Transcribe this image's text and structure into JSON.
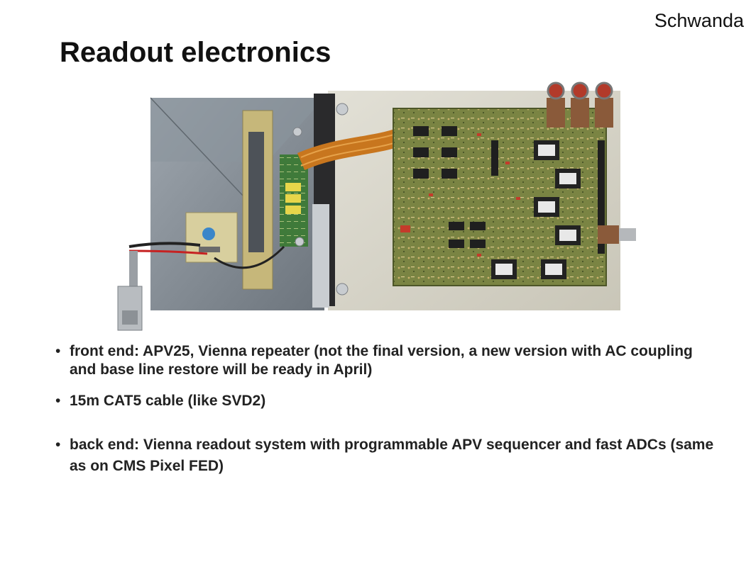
{
  "slide": {
    "author": "Schwanda",
    "title": "Readout electronics",
    "photo_icon": "circuit-board-photo",
    "bullet_glyph": "•",
    "bullets": [
      "front end: APV25, Vienna repeater (not the final version, a new version with AC coupling and base line restore will be ready in April)",
      "15m CAT5 cable (like SVD2)",
      "back end: Vienna readout system with programmable APV sequencer and fast ADCs (same as on CMS Pixel FED)"
    ]
  },
  "colors": {
    "background": "#ffffff",
    "text": "#111111",
    "pcb_green": "#6f7a3c",
    "flex_cable": "#c8761e",
    "connector_brown": "#8a5a3a"
  }
}
